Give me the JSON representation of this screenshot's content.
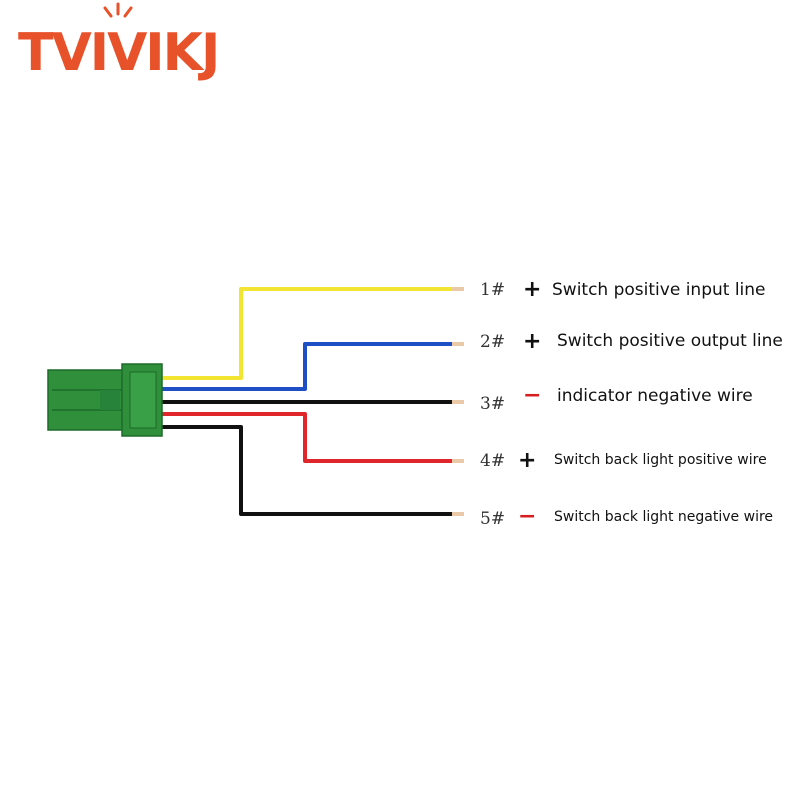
{
  "brand": {
    "logo_text": "TVIVIKJ",
    "logo_color": "#e8522a"
  },
  "connector": {
    "color": "#2f8f3a",
    "dark_color": "#1d6b29"
  },
  "wires": [
    {
      "pin": "1#",
      "sign": "+",
      "sign_color": "#111111",
      "label": "Switch positive input line",
      "wire_color": "#f2e531",
      "small": false
    },
    {
      "pin": "2#",
      "sign": "+",
      "sign_color": "#111111",
      "label": "Switch positive output line",
      "wire_color": "#1f4fc4",
      "small": false
    },
    {
      "pin": "3#",
      "sign": "−",
      "sign_color": "#d81e1e",
      "label": "indicator negative wire",
      "wire_color": "#111111",
      "small": false
    },
    {
      "pin": "4#",
      "sign": "+",
      "sign_color": "#111111",
      "label": "Switch back light positive wire",
      "wire_color": "#e0262b",
      "small": true
    },
    {
      "pin": "5#",
      "sign": "−",
      "sign_color": "#d81e1e",
      "label": "Switch back light negative wire",
      "wire_color": "#111111",
      "small": true
    }
  ]
}
